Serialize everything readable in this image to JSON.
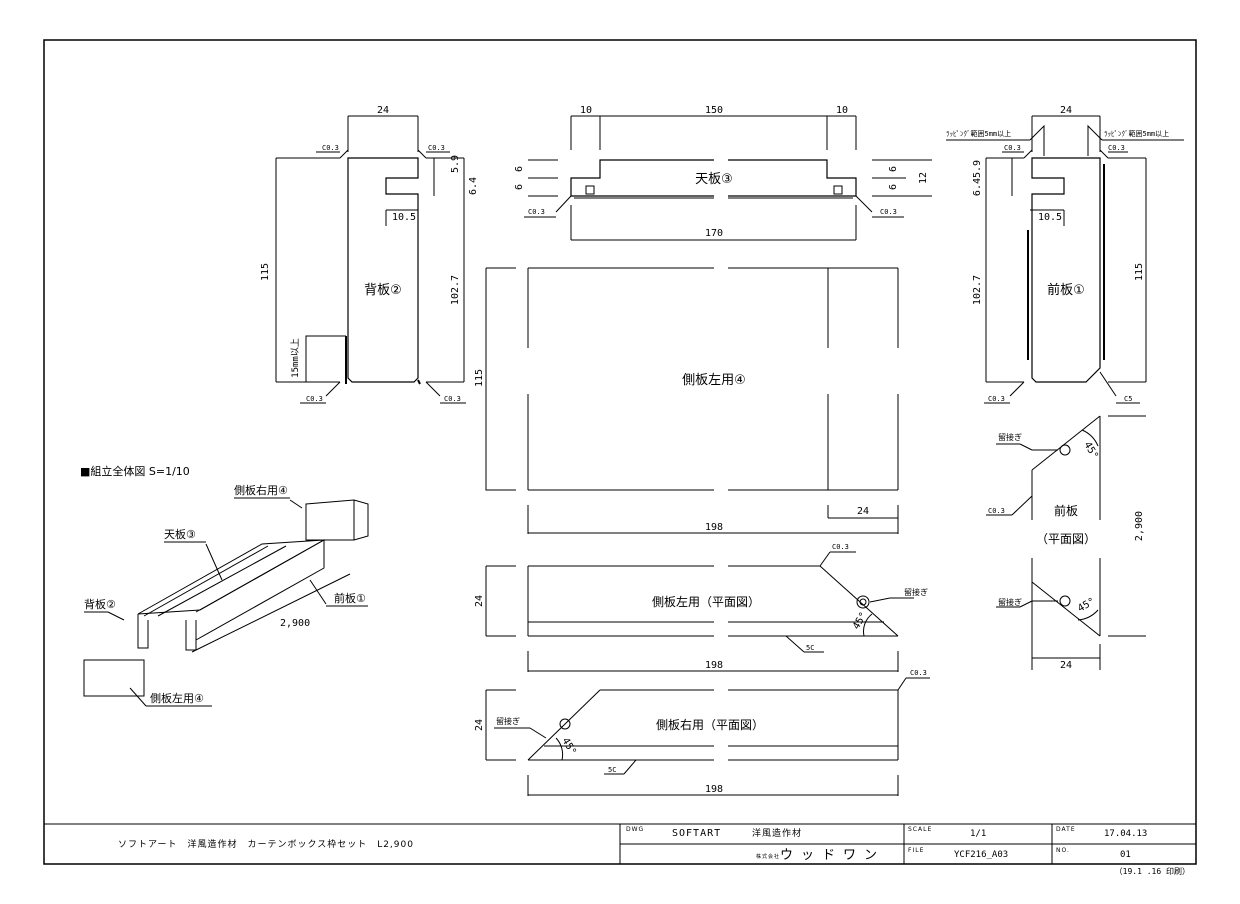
{
  "parts": {
    "back": {
      "name": "背板②",
      "width": "24",
      "height": "115",
      "height_inner": "102.7",
      "dim_59": "5.9",
      "dim_64": "6.4",
      "dim_105": "10.5",
      "lapping_15": "15mm以上",
      "chamfer_tl": "C0.3",
      "chamfer_tr": "C0.3",
      "chamfer_bl": "C0.3",
      "chamfer_br": "C0.3"
    },
    "top": {
      "name": "天板③",
      "dim_left": "10",
      "dim_mid": "150",
      "dim_right": "10",
      "total": "170",
      "dim_6a": "6",
      "dim_6b": "6",
      "dim_6c": "6",
      "dim_6d": "6",
      "dim_12": "12",
      "chamfer_l": "C0.3",
      "chamfer_r": "C0.3"
    },
    "front": {
      "name": "前板①",
      "width": "24",
      "height": "115",
      "height_inner": "102.7",
      "dims_left": "6.45.9",
      "dim_105": "10.5",
      "lapping_l": "ﾗｯﾋﾟﾝｸﾞ範囲5mm以上",
      "lapping_r": "ﾗｯﾋﾟﾝｸﾞ範囲5mm以上",
      "chamfer_tl": "C0.3",
      "chamfer_tr": "C0.3",
      "chamfer_bl": "C0.3",
      "chamfer_br": "C5"
    },
    "side_left": {
      "name": "側板左用④",
      "height": "115",
      "width": "198",
      "dim_24": "24"
    },
    "side_left_plan": {
      "name": "側板左用（平面図）",
      "dim_24": "24",
      "width": "198",
      "miter": "留接ぎ",
      "angle": "45°",
      "chamfer": "C0.3",
      "dim_5c": "5C"
    },
    "side_right_plan": {
      "name": "側板右用（平面図）",
      "dim_24": "24",
      "width": "198",
      "miter": "留接ぎ",
      "angle": "45°",
      "chamfer": "C0.3",
      "dim_5c": "5C"
    },
    "front_plan": {
      "name": "前板",
      "sub": "（平面図）",
      "length": "2,900",
      "width": "24",
      "miter_top": "留接ぎ",
      "miter_bottom": "留接ぎ",
      "angle_top": "45°",
      "angle_bottom": "45°",
      "chamfer": "C0.3"
    }
  },
  "assembly": {
    "title": "■組立全体図 S=1/10",
    "side_right": "側板右用④",
    "top": "天板③",
    "back": "背板②",
    "front": "前板①",
    "length": "2,900",
    "side_left": "側板左用④"
  },
  "title_block": {
    "description": "ソフトアート　洋風造作材　カーテンボックス枠セット　L2,900",
    "dwg_label": "DWG",
    "company": "SOFTART",
    "category": "洋風造作材",
    "maker_prefix": "株式会社",
    "maker": "ウッドワン",
    "scale_label": "SCALE",
    "scale": "1/1",
    "date_label": "DATE",
    "date": "17.04.13",
    "file_label": "FILE",
    "file": "YCF216_A03",
    "no_label": "NO.",
    "no": "01",
    "printed": "（19.1 .16 印刷）"
  }
}
